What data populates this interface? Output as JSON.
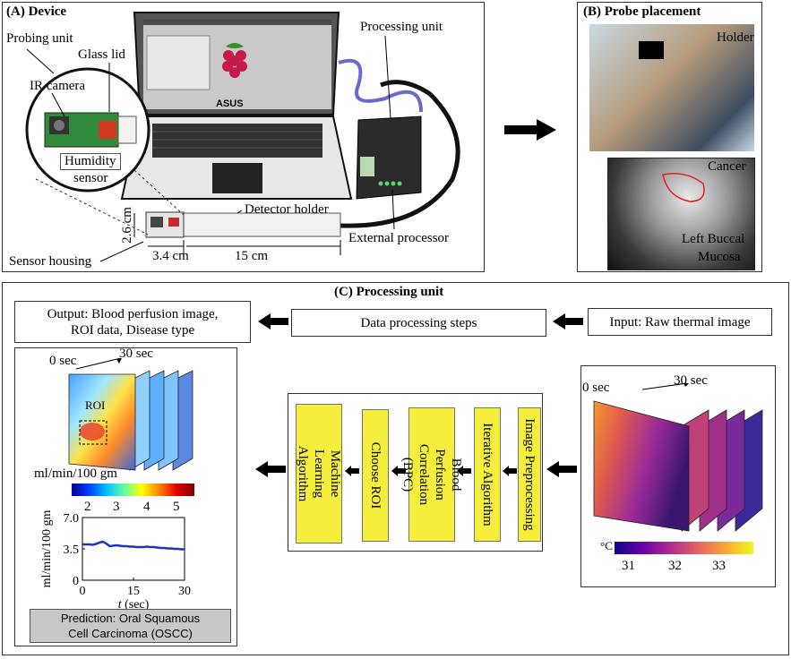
{
  "panel_a": {
    "title": "(A) Device",
    "labels": {
      "probing_unit": "Probing unit",
      "glass_lid": "Glass lid",
      "ir_camera": "IR  camera",
      "humidity": "Humidity",
      "sensor": "sensor",
      "processing_unit": "Processing unit",
      "detector_holder": "Detector holder",
      "external_processor": "External processor",
      "sensor_housing": "Sensor housing",
      "dim_height": "2.6 cm",
      "dim_width": "3.4 cm",
      "dim_length": "15 cm",
      "laptop_brand": "ASUS"
    }
  },
  "panel_b": {
    "title": "(B) Probe placement",
    "labels": {
      "holder": "Holder",
      "cancer": "Cancer",
      "left_buccal": "Left Buccal",
      "mucosa": "Mucosa"
    }
  },
  "panel_c": {
    "title": "(C) Processing unit",
    "output_box": "Output: Blood perfusion image,\nROI data, Disease type",
    "steps_box": "Data processing steps",
    "input_box": "Input: Raw thermal image",
    "steps": [
      "Image Preprocessing",
      "Iterative Algorithm",
      "Blood Perfusion\nCorrelation (BPC)",
      "Choose ROI",
      "Machine Learning\nAlgorithm"
    ],
    "left": {
      "t0": "0 sec",
      "t30": "30 sec",
      "roi": "ROI",
      "cbar_label": "ml/min/100 gm",
      "cbar_ticks": [
        "2",
        "3",
        "4",
        "5"
      ],
      "prediction": "Prediction: Oral Squamous\nCell Carcinoma (OSCC)"
    },
    "right": {
      "t0": "0 sec",
      "t30": "30 sec",
      "cbar_label": "°C",
      "cbar_ticks": [
        "31",
        "32",
        "33"
      ]
    }
  },
  "chart_data": {
    "type": "line",
    "title": "",
    "xlabel": "t (sec)",
    "ylabel": "ml/min/100 gm",
    "xlim": [
      0,
      30
    ],
    "ylim": [
      0,
      7.0
    ],
    "xticks": [
      "0",
      "15",
      "30"
    ],
    "yticks": [
      "7.0",
      "3.5",
      "0"
    ],
    "series": [
      {
        "color": "#2233bb",
        "x": [
          0,
          1,
          2,
          3,
          4,
          5,
          6,
          7,
          8,
          9,
          10,
          11,
          12,
          13,
          14,
          15,
          16,
          17,
          18,
          19,
          20,
          21,
          22,
          23,
          24,
          25,
          26,
          27,
          28,
          29,
          30
        ],
        "y": [
          4.0,
          4.0,
          4.0,
          3.95,
          4.05,
          4.2,
          4.3,
          4.1,
          3.8,
          3.85,
          3.9,
          3.85,
          3.8,
          3.8,
          3.75,
          3.75,
          3.7,
          3.7,
          3.7,
          3.75,
          3.7,
          3.7,
          3.65,
          3.6,
          3.6,
          3.55,
          3.55,
          3.5,
          3.5,
          3.45,
          3.45
        ]
      }
    ]
  }
}
